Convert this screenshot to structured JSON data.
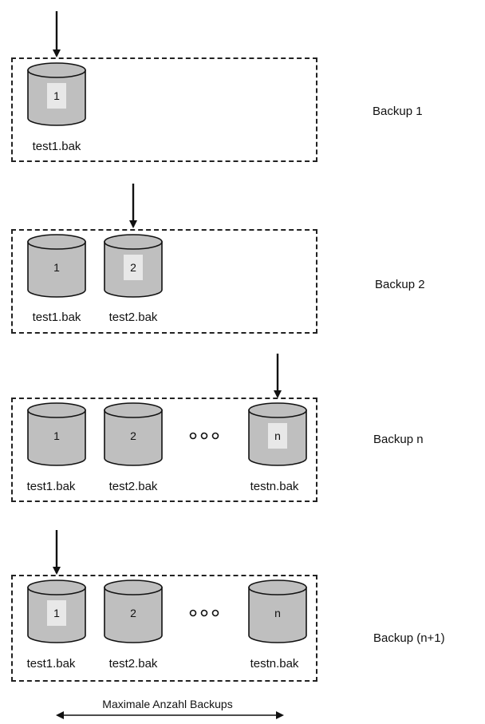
{
  "colors": {
    "disk_fill": "#bfbfbf",
    "disk_stroke": "#111111",
    "highlight": "#e8e8e8",
    "box_border": "#222222"
  },
  "rows": [
    {
      "label": "Backup 1",
      "disks": [
        {
          "number": "1",
          "file": "test1.bak",
          "highlight": true
        }
      ],
      "ellipsis": false,
      "arrow_to": 0
    },
    {
      "label": "Backup 2",
      "disks": [
        {
          "number": "1",
          "file": "test1.bak",
          "highlight": false
        },
        {
          "number": "2",
          "file": "test2.bak",
          "highlight": true
        }
      ],
      "ellipsis": false,
      "arrow_to": 1
    },
    {
      "label": "Backup n",
      "disks": [
        {
          "number": "1",
          "file": "test1.bak",
          "highlight": false
        },
        {
          "number": "2",
          "file": "test2.bak",
          "highlight": false
        },
        {
          "number": "n",
          "file": "testn.bak",
          "highlight": true
        }
      ],
      "ellipsis": true,
      "arrow_to": 2
    },
    {
      "label": "Backup (n+1)",
      "disks": [
        {
          "number": "1",
          "file": "test1.bak",
          "highlight": true
        },
        {
          "number": "2",
          "file": "test2.bak",
          "highlight": false
        },
        {
          "number": "n",
          "file": "testn.bak",
          "highlight": false
        }
      ],
      "ellipsis": true,
      "arrow_to": 0
    }
  ],
  "bottom_label": "Maximale Anzahl Backups"
}
